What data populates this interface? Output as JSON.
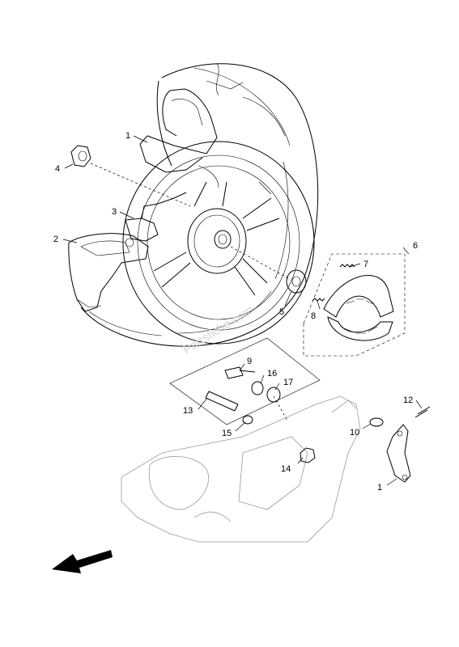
{
  "diagram": {
    "watermark": "Partsfiche.com",
    "callouts": [
      {
        "id": "c1a",
        "text": "1"
      },
      {
        "id": "c2",
        "text": "2"
      },
      {
        "id": "c3",
        "text": "3"
      },
      {
        "id": "c4",
        "text": "4"
      },
      {
        "id": "c5",
        "text": "5"
      },
      {
        "id": "c6",
        "text": "6"
      },
      {
        "id": "c7",
        "text": "7"
      },
      {
        "id": "c8",
        "text": "8"
      },
      {
        "id": "c9",
        "text": "9"
      },
      {
        "id": "c10",
        "text": "10"
      },
      {
        "id": "c12",
        "text": "12"
      },
      {
        "id": "c13",
        "text": "13"
      },
      {
        "id": "c14",
        "text": "14"
      },
      {
        "id": "c15",
        "text": "15"
      },
      {
        "id": "c16",
        "text": "16"
      },
      {
        "id": "c17",
        "text": "17"
      },
      {
        "id": "c1b",
        "text": "1"
      }
    ]
  }
}
